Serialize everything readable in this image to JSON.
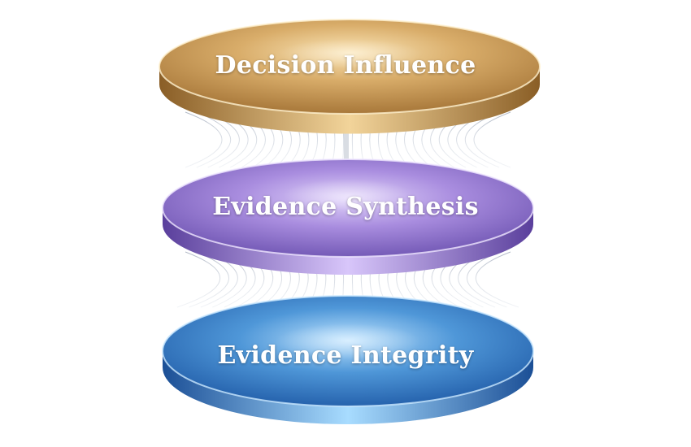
{
  "layers": [
    {
      "label": "Decision Influence",
      "color": "#c9a060"
    },
    {
      "label": "Evidence Synthesis",
      "color": "#9b7fd4"
    },
    {
      "label": "Evidence Integrity",
      "color": "#4a8fd0"
    }
  ]
}
